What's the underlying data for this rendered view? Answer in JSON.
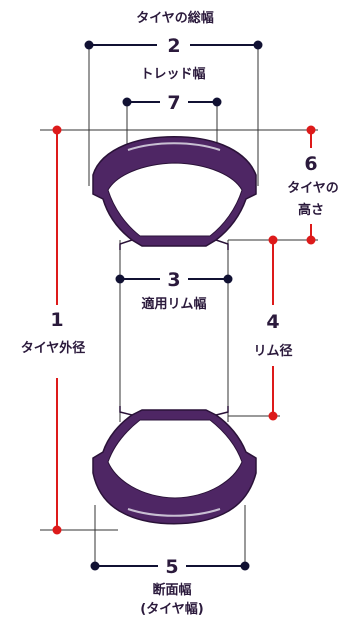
{
  "colors": {
    "tire": "#4e2664",
    "tire_stroke": "#2a1238",
    "highlight": "#c9c0d3",
    "dim_black": "#111133",
    "dim_red": "#dd1a1a",
    "guide": "#333333",
    "label": "#2b1a3c"
  },
  "dimensions": [
    {
      "num": "2",
      "label": "タイヤの総幅"
    },
    {
      "num": "7",
      "label": "トレッド幅"
    },
    {
      "num": "6",
      "label_line1": "タイヤの",
      "label_line2": "高さ"
    },
    {
      "num": "3",
      "label": "適用リム幅"
    },
    {
      "num": "1",
      "label": "タイヤ外径"
    },
    {
      "num": "4",
      "label": "リム径"
    },
    {
      "num": "5",
      "label_line1": "断面幅",
      "label_line2": "(タイヤ幅)"
    }
  ]
}
